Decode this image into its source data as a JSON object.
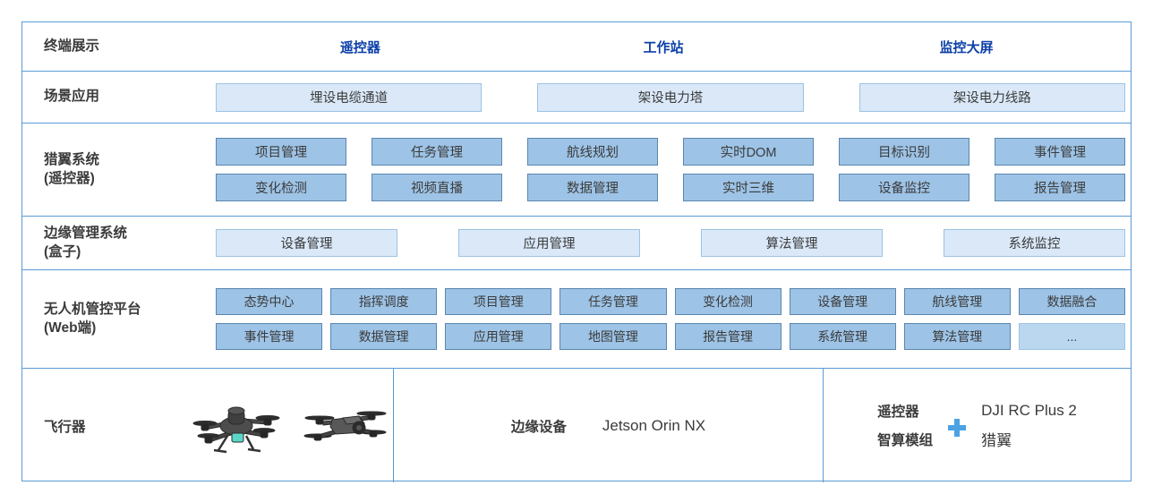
{
  "colors": {
    "frame_border": "#5B9BD5",
    "header_text": "#0B3FA8",
    "chip_light_bg": "#DAE8F8",
    "chip_mid_bg": "#9DC3E6",
    "chip_pale_bg": "#BBD7EF",
    "label_text": "#3B3B3B",
    "plus_icon": "#4BA3E3"
  },
  "rows": {
    "terminal": {
      "label": "终端展示",
      "items": [
        {
          "label": "遥控器"
        },
        {
          "label": "工作站"
        },
        {
          "label": "监控大屏"
        }
      ]
    },
    "scene": {
      "label": "场景应用",
      "items": [
        {
          "label": "埋设电缆通道"
        },
        {
          "label": "架设电力塔"
        },
        {
          "label": "架设电力线路"
        }
      ]
    },
    "lieyi": {
      "label_main": "猎翼系统",
      "label_sub": "(遥控器)",
      "row1": [
        {
          "label": "项目管理"
        },
        {
          "label": "任务管理"
        },
        {
          "label": "航线规划"
        },
        {
          "label": "实时DOM"
        },
        {
          "label": "目标识别"
        },
        {
          "label": "事件管理"
        }
      ],
      "row2": [
        {
          "label": "变化检测"
        },
        {
          "label": "视频直播"
        },
        {
          "label": "数据管理"
        },
        {
          "label": "实时三维"
        },
        {
          "label": "设备监控"
        },
        {
          "label": "报告管理"
        }
      ]
    },
    "edge": {
      "label_main": "边缘管理系统",
      "label_sub": "(盒子)",
      "items": [
        {
          "label": "设备管理"
        },
        {
          "label": "应用管理"
        },
        {
          "label": "算法管理"
        },
        {
          "label": "系统监控"
        }
      ]
    },
    "web": {
      "label_main": "无人机管控平台",
      "label_sub": "(Web端)",
      "row1": [
        {
          "label": "态势中心"
        },
        {
          "label": "指挥调度"
        },
        {
          "label": "项目管理"
        },
        {
          "label": "任务管理"
        },
        {
          "label": "变化检测"
        },
        {
          "label": "设备管理"
        },
        {
          "label": "航线管理"
        },
        {
          "label": "数据融合"
        }
      ],
      "row2": [
        {
          "label": "事件管理"
        },
        {
          "label": "数据管理"
        },
        {
          "label": "应用管理"
        },
        {
          "label": "地图管理"
        },
        {
          "label": "报告管理"
        },
        {
          "label": "系统管理"
        },
        {
          "label": "算法管理"
        },
        {
          "label": "..."
        }
      ]
    },
    "hardware": {
      "aircraft": {
        "label": "飞行器",
        "drone_1_icon": "quadcopter-drone-icon",
        "drone_2_icon": "folding-drone-icon"
      },
      "edge_device": {
        "label": "边缘设备",
        "value": "Jetson Orin NX"
      },
      "remote": {
        "controller_label": "遥控器",
        "controller_value": "DJI RC Plus 2",
        "plus_icon": "plus-icon",
        "module_label": "智算模组",
        "module_value": "猎翼"
      }
    }
  }
}
